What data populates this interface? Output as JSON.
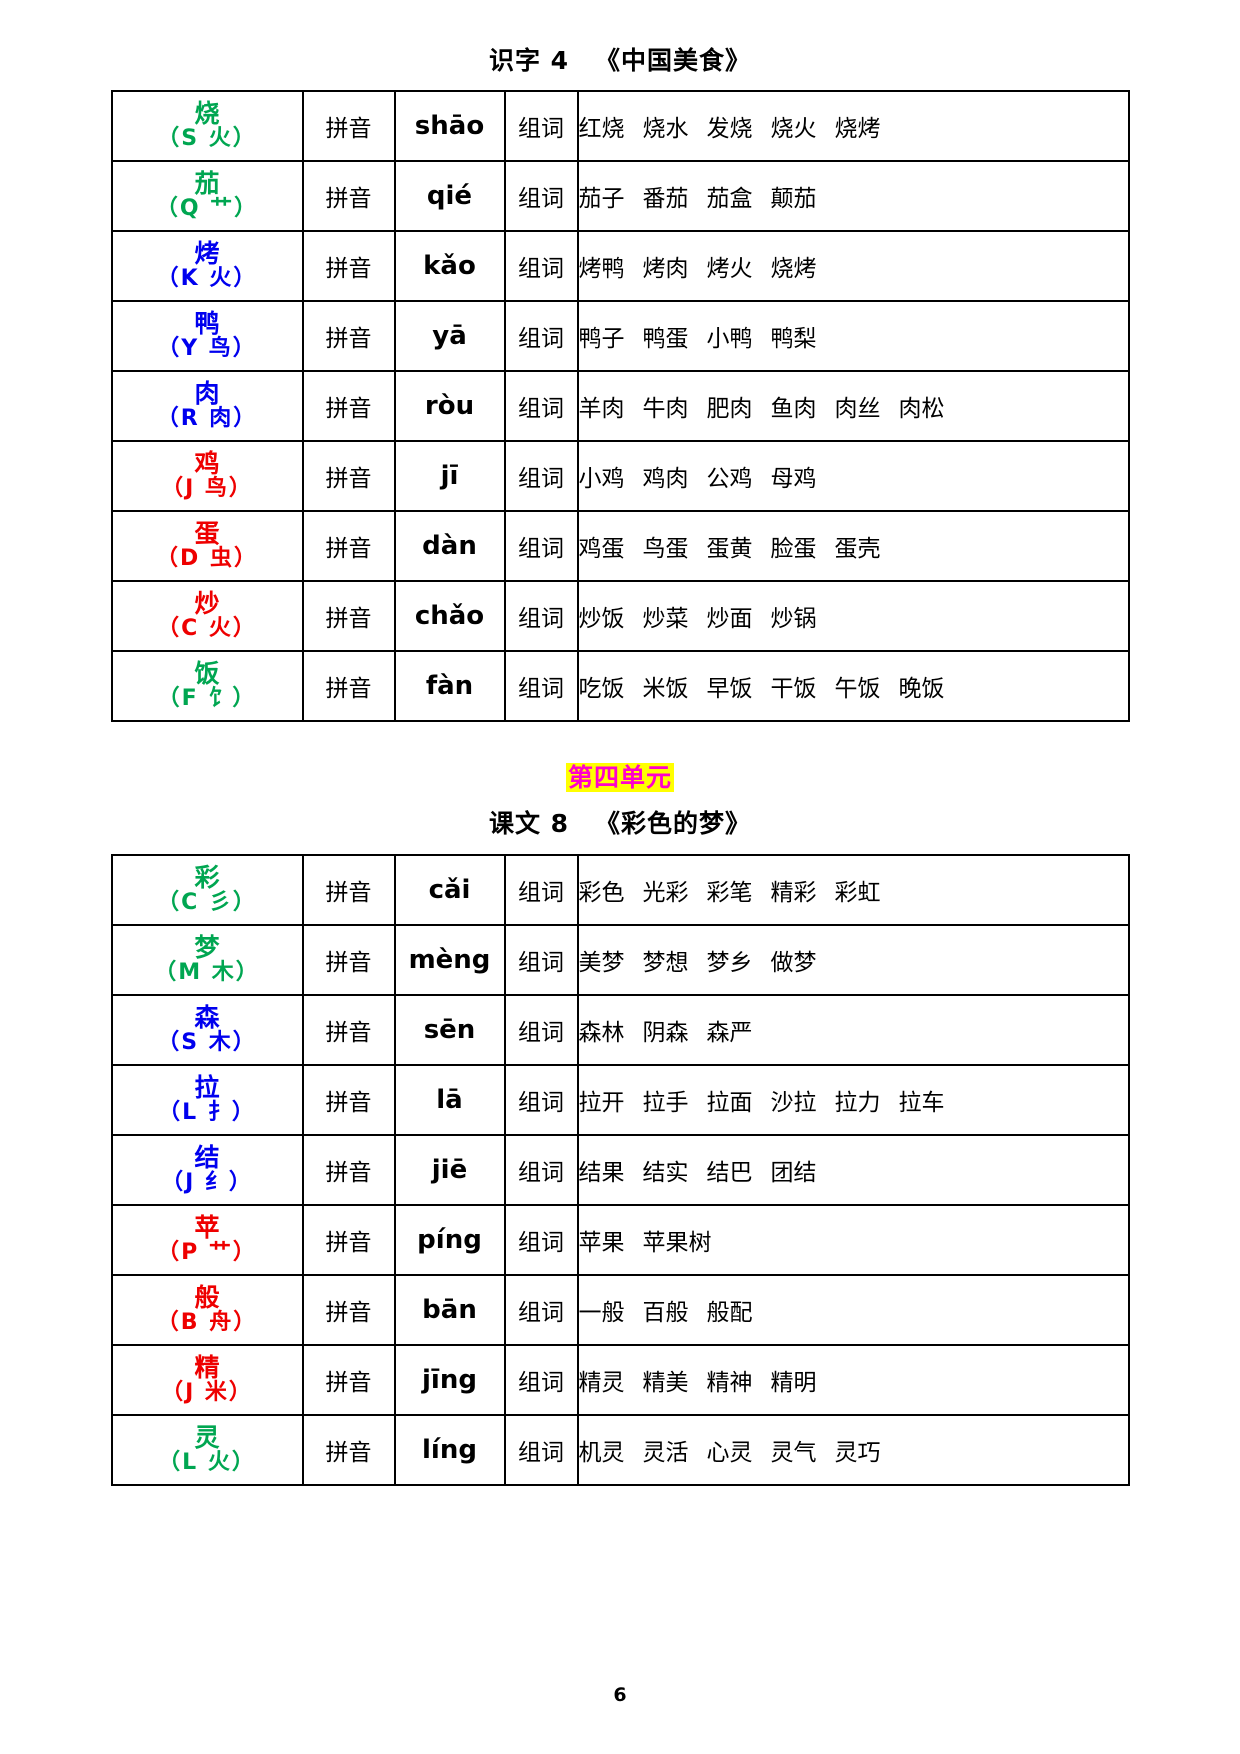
{
  "page": {
    "number": "6"
  },
  "section1": {
    "title_main": "识字 4",
    "title_sub": "《中国美食》",
    "label_pinyin": "拼音",
    "label_words": "组词",
    "rows": [
      {
        "hanzi": "烧",
        "decomp": "（S  火）",
        "color": "green",
        "pinyin": "shāo",
        "words": [
          "红烧",
          "烧水",
          "发烧",
          "烧火",
          "烧烤"
        ]
      },
      {
        "hanzi": "茄",
        "decomp": "（Q  艹）",
        "color": "green",
        "pinyin": "qié",
        "words": [
          "茄子",
          "番茄",
          "茄盒",
          "颠茄"
        ]
      },
      {
        "hanzi": "烤",
        "decomp": "（K  火）",
        "color": "blue",
        "pinyin": "kǎo",
        "words": [
          "烤鸭",
          "烤肉",
          "烤火",
          "烧烤"
        ]
      },
      {
        "hanzi": "鸭",
        "decomp": "（Y  鸟）",
        "color": "blue",
        "pinyin": "yā",
        "words": [
          "鸭子",
          "鸭蛋",
          "小鸭",
          "鸭梨"
        ]
      },
      {
        "hanzi": "肉",
        "decomp": "（R  肉）",
        "color": "blue",
        "pinyin": "ròu",
        "words": [
          "羊肉",
          "牛肉",
          "肥肉",
          "鱼肉",
          "肉丝",
          "肉松"
        ]
      },
      {
        "hanzi": "鸡",
        "decomp": "（J  鸟）",
        "color": "red",
        "pinyin": "jī",
        "words": [
          "小鸡",
          "鸡肉",
          "公鸡",
          "母鸡"
        ]
      },
      {
        "hanzi": "蛋",
        "decomp": "（D  虫）",
        "color": "red",
        "pinyin": "dàn",
        "words": [
          "鸡蛋",
          "鸟蛋",
          "蛋黄",
          "脸蛋",
          "蛋壳"
        ]
      },
      {
        "hanzi": "炒",
        "decomp": "（C  火）",
        "color": "red",
        "pinyin": "chǎo",
        "words": [
          "炒饭",
          "炒菜",
          "炒面",
          "炒锅"
        ]
      },
      {
        "hanzi": "饭",
        "decomp": "（F  饣）",
        "color": "green",
        "pinyin": "fàn",
        "words": [
          "吃饭",
          "米饭",
          "早饭",
          "干饭",
          "午饭",
          "晚饭"
        ]
      }
    ]
  },
  "unit_banner": {
    "text": "第四单元",
    "highlight_color": "#ffff00",
    "text_color": "#ff00cc"
  },
  "section2": {
    "title_main": "课文 8",
    "title_sub": "《彩色的梦》",
    "label_pinyin": "拼音",
    "label_words": "组词",
    "rows": [
      {
        "hanzi": "彩",
        "decomp": "（C  彡）",
        "color": "green",
        "pinyin": "cǎi",
        "words": [
          "彩色",
          "光彩",
          "彩笔",
          "精彩",
          "彩虹"
        ]
      },
      {
        "hanzi": "梦",
        "decomp": "（M  木）",
        "color": "green",
        "pinyin": "mèng",
        "words": [
          "美梦",
          "梦想",
          "梦乡",
          "做梦"
        ]
      },
      {
        "hanzi": "森",
        "decomp": "（S  木）",
        "color": "blue",
        "pinyin": "sēn",
        "words": [
          "森林",
          "阴森",
          "森严"
        ]
      },
      {
        "hanzi": "拉",
        "decomp": "（L  扌）",
        "color": "blue",
        "pinyin": "lā",
        "words": [
          "拉开",
          "拉手",
          "拉面",
          "沙拉",
          "拉力",
          "拉车"
        ]
      },
      {
        "hanzi": "结",
        "decomp": "（J  纟）",
        "color": "blue",
        "pinyin": "jiē",
        "words": [
          "结果",
          "结实",
          "结巴",
          "团结"
        ]
      },
      {
        "hanzi": "苹",
        "decomp": "（P  艹）",
        "color": "red",
        "pinyin": "píng",
        "words": [
          "苹果",
          "苹果树"
        ]
      },
      {
        "hanzi": "般",
        "decomp": "（B  舟）",
        "color": "red",
        "pinyin": "bān",
        "words": [
          "一般",
          "百般",
          "般配"
        ]
      },
      {
        "hanzi": "精",
        "decomp": "（J  米）",
        "color": "red",
        "pinyin": "jīng",
        "words": [
          "精灵",
          "精美",
          "精神",
          "精明"
        ]
      },
      {
        "hanzi": "灵",
        "decomp": "（L  火）",
        "color": "green",
        "pinyin": "líng",
        "words": [
          "机灵",
          "灵活",
          "心灵",
          "灵气",
          "灵巧"
        ]
      }
    ]
  }
}
